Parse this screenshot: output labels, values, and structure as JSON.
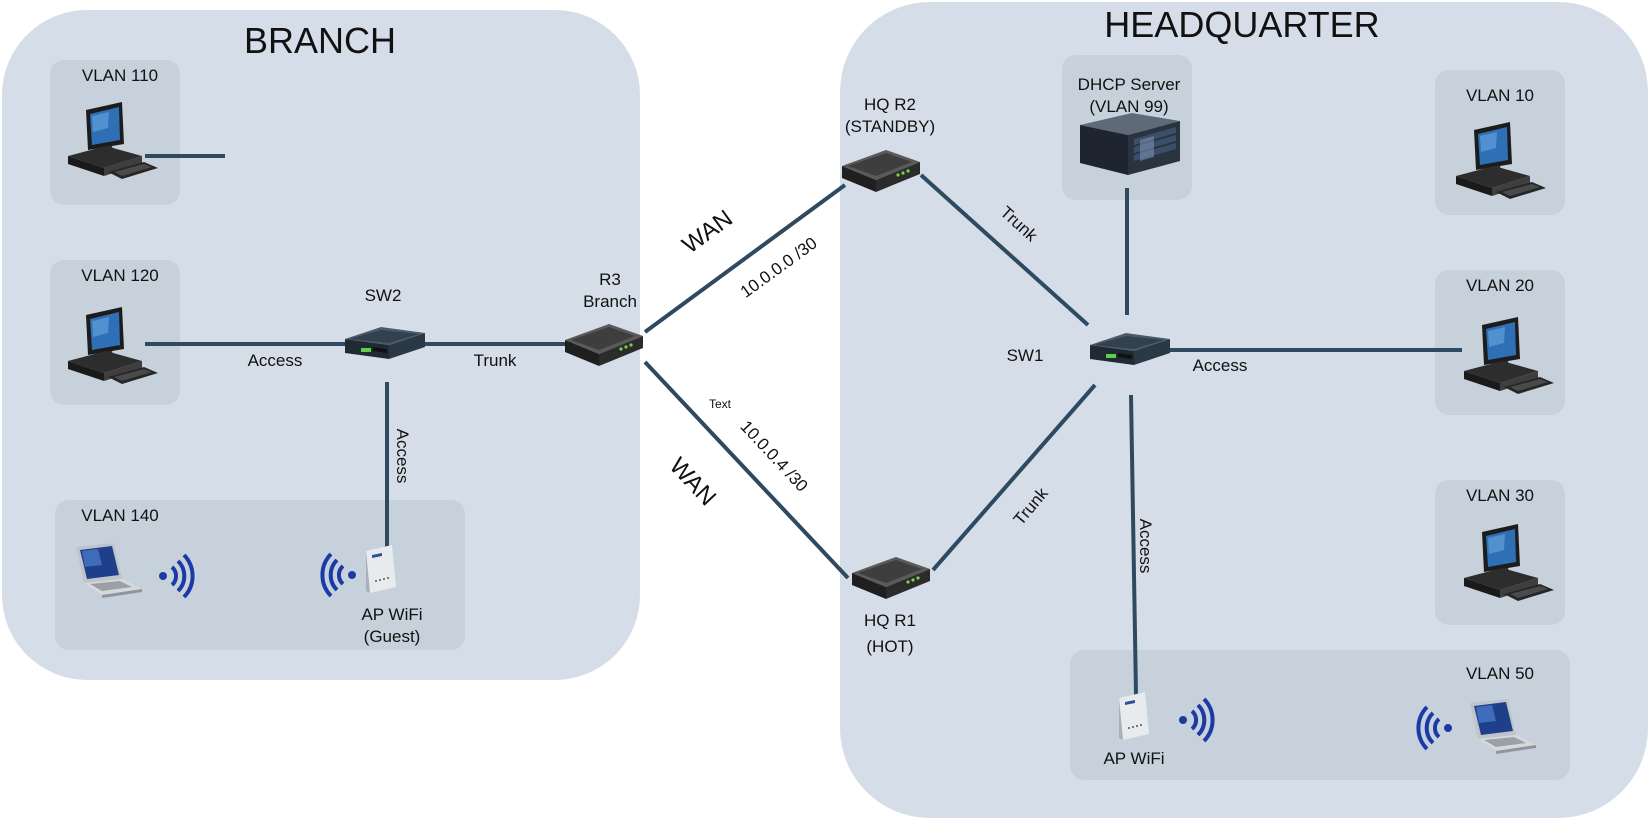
{
  "colors": {
    "zone": "#d5dee8",
    "subzone": "#c6d1dc",
    "link": "#2f4a60",
    "wifi": "#1b3aa6"
  },
  "branch": {
    "title": "BRANCH",
    "vlan110": "VLAN 110",
    "vlan120": "VLAN 120",
    "vlan140": "VLAN 140",
    "sw2": "SW2",
    "r3_line1": "R3",
    "r3_line2": "Branch",
    "access_label": "Access",
    "trunk_label": "Trunk",
    "access_vertical": "Access",
    "ap_line1": "AP WiFi",
    "ap_line2": "(Guest)"
  },
  "wan": {
    "upper_label": "WAN",
    "upper_subnet": "10.0.0.0 /30",
    "lower_label": "WAN",
    "lower_subnet": "10.0.0.4 /30",
    "text_note": "Text"
  },
  "hq": {
    "title": "HEADQUARTER",
    "r2_line1": "HQ R2",
    "r2_line2": "(STANDBY)",
    "r1_line1": "HQ R1",
    "r1_line2": "(HOT)",
    "dhcp_line1": "DHCP Server",
    "dhcp_line2": "(VLAN 99)",
    "sw1": "SW1",
    "trunk_upper": "Trunk",
    "trunk_lower": "Trunk",
    "access_label": "Access",
    "access_vertical": "Access",
    "vlan10": "VLAN 10",
    "vlan20": "VLAN 20",
    "vlan30": "VLAN 30",
    "vlan50": "VLAN 50",
    "ap": "AP WiFi"
  }
}
